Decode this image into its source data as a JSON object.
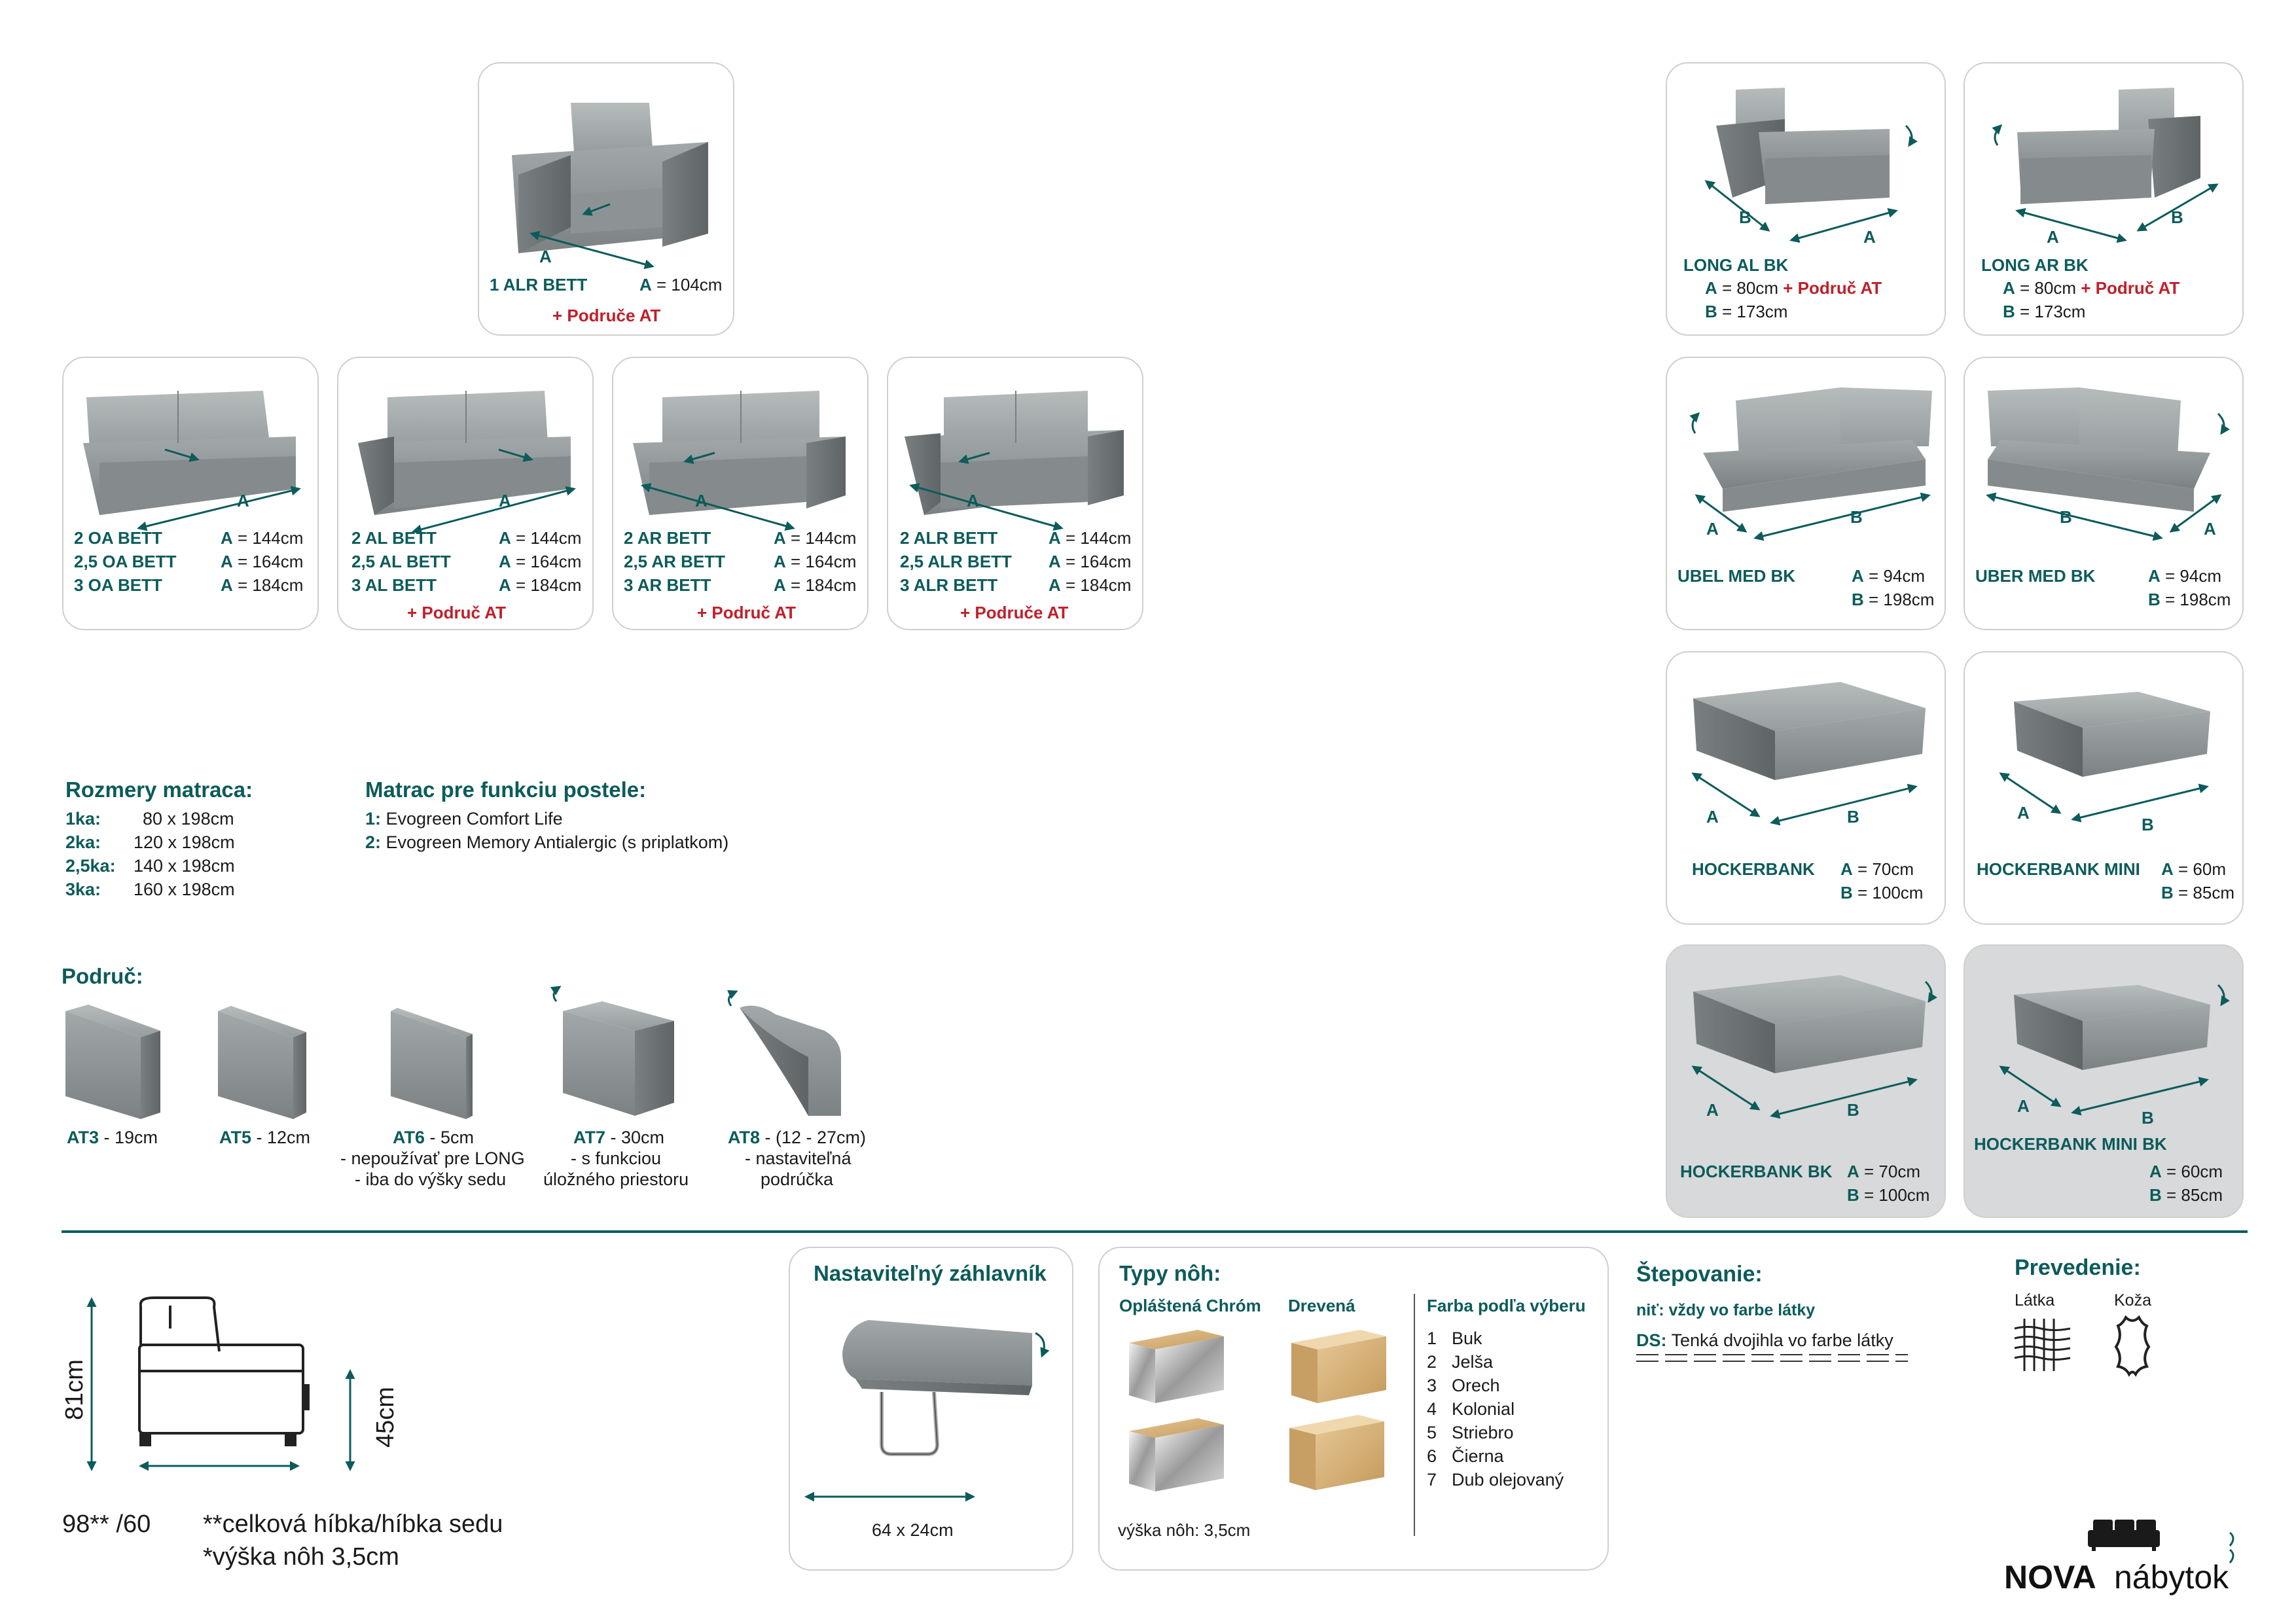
{
  "modules": {
    "alr1": {
      "name": "1 ALR BETT",
      "dim": "= 104cm",
      "extra": "+ Područe AT"
    },
    "oa": {
      "rows": [
        {
          "name": "2 OA BETT",
          "dim": "= 144cm"
        },
        {
          "name": "2,5 OA BETT",
          "dim": "= 164cm"
        },
        {
          "name": "3 OA BETT",
          "dim": "= 184cm"
        }
      ]
    },
    "al": {
      "rows": [
        {
          "name": "2 AL BETT",
          "dim": "= 144cm"
        },
        {
          "name": "2,5 AL BETT",
          "dim": "= 164cm"
        },
        {
          "name": "3 AL BETT",
          "dim": "= 184cm"
        }
      ],
      "extra": "+ Područ AT"
    },
    "ar": {
      "rows": [
        {
          "name": "2 AR BETT",
          "dim": "= 144cm"
        },
        {
          "name": "2,5 AR BETT",
          "dim": "= 164cm"
        },
        {
          "name": "3 AR BETT",
          "dim": "= 184cm"
        }
      ],
      "extra": "+ Područ AT"
    },
    "alr": {
      "rows": [
        {
          "name": "2 ALR BETT",
          "dim": "= 144cm"
        },
        {
          "name": "2,5 ALR BETT",
          "dim": "= 164cm"
        },
        {
          "name": "3 ALR BETT",
          "dim": "= 184cm"
        }
      ],
      "extra": "+ Područe AT"
    },
    "long_al": {
      "name": "LONG AL BK",
      "a": "= 80cm",
      "a_extra": "+ Područ AT",
      "b": "= 173cm"
    },
    "long_ar": {
      "name": "LONG AR BK",
      "a": "= 80cm",
      "a_extra": "+ Područ AT",
      "b": "= 173cm"
    },
    "ubel": {
      "name": "UBEL MED BK",
      "a": "= 94cm",
      "b": "= 198cm"
    },
    "uber": {
      "name": "UBER MED BK",
      "a": "= 94cm",
      "b": "= 198cm"
    },
    "hocker": {
      "name": "HOCKERBANK",
      "a": "= 70cm",
      "b": "= 100cm"
    },
    "hocker_mini": {
      "name": "HOCKERBANK MINI",
      "a": "= 60m",
      "b": "= 85cm"
    },
    "hocker_bk": {
      "name": "HOCKERBANK BK",
      "a": "= 70cm",
      "b": "= 100cm"
    },
    "hocker_mini_bk": {
      "name": "HOCKERBANK MINI BK",
      "a": "= 60cm",
      "b": "= 85cm"
    }
  },
  "dim_labels": {
    "a": "A",
    "b": "B"
  },
  "mattress_sizes": {
    "title": "Rozmery matraca:",
    "rows": [
      {
        "k": "1ka:",
        "v": "80 x 198cm"
      },
      {
        "k": "2ka:",
        "v": "120 x 198cm"
      },
      {
        "k": "2,5ka:",
        "v": "140 x 198cm"
      },
      {
        "k": "3ka:",
        "v": "160 x 198cm"
      }
    ]
  },
  "mattress_function": {
    "title": "Matrac pre funkciu postele:",
    "rows": [
      {
        "k": "1:",
        "v": "Evogreen Comfort Life"
      },
      {
        "k": "2:",
        "v": "Evogreen Memory Antialergic (s priplatkom)"
      }
    ]
  },
  "armrests": {
    "title": "Područ:",
    "items": [
      {
        "code": "AT3",
        "desc": " - 19cm",
        "l2": "",
        "l3": ""
      },
      {
        "code": "AT5",
        "desc": " - 12cm",
        "l2": "",
        "l3": ""
      },
      {
        "code": "AT6",
        "desc": " - 5cm",
        "l2": "- nepoužívať pre LONG",
        "l3": "- iba do výšky sedu"
      },
      {
        "code": "AT7",
        "desc": " - 30cm",
        "l2": "- s funkciou",
        "l3": "úložného priestoru"
      },
      {
        "code": "AT8",
        "desc": " - (12 - 27cm)",
        "l2": "- nastaviteľná",
        "l3": "podrúčka"
      }
    ]
  },
  "profile": {
    "height_total": "81cm",
    "seat_height": "45cm",
    "depth": "98** /60",
    "note1": "**celková híbka/híbka sedu",
    "note2": "*výška nôh 3,5cm"
  },
  "headrest": {
    "title": "Nastaviteľný záhlavník",
    "size": "64 x 24cm"
  },
  "legs": {
    "title": "Typy nôh:",
    "chrome": "Opláštená Chróm",
    "wood": "Drevená",
    "color_title": "Farba podľa výberu",
    "colors": [
      {
        "n": "1",
        "c": "Buk"
      },
      {
        "n": "2",
        "c": "Jelša"
      },
      {
        "n": "3",
        "c": "Orech"
      },
      {
        "n": "4",
        "c": "Kolonial"
      },
      {
        "n": "5",
        "c": "Striebro"
      },
      {
        "n": "6",
        "c": "Čierna"
      },
      {
        "n": "7",
        "c": "Dub olejovaný"
      }
    ],
    "height": "výška nôh: 3,5cm"
  },
  "stitching": {
    "title": "Štepovanie:",
    "l1_key": "niť:",
    "l1": "vždy vo farbe látky",
    "l2_key": "DS:",
    "l2": "Tenká dvojihla vo farbe látky"
  },
  "finish": {
    "title": "Prevedenie:",
    "fabric": "Látka",
    "leather": "Koža"
  },
  "brand": {
    "nova": "NOVA",
    "nabytok": "nábytok"
  },
  "colors": {
    "accent": "#0d5b5b",
    "red": "#c0202a",
    "sofa": "#8a9091",
    "card_border": "#cfcfcf",
    "shaded": "#d7d9da"
  }
}
